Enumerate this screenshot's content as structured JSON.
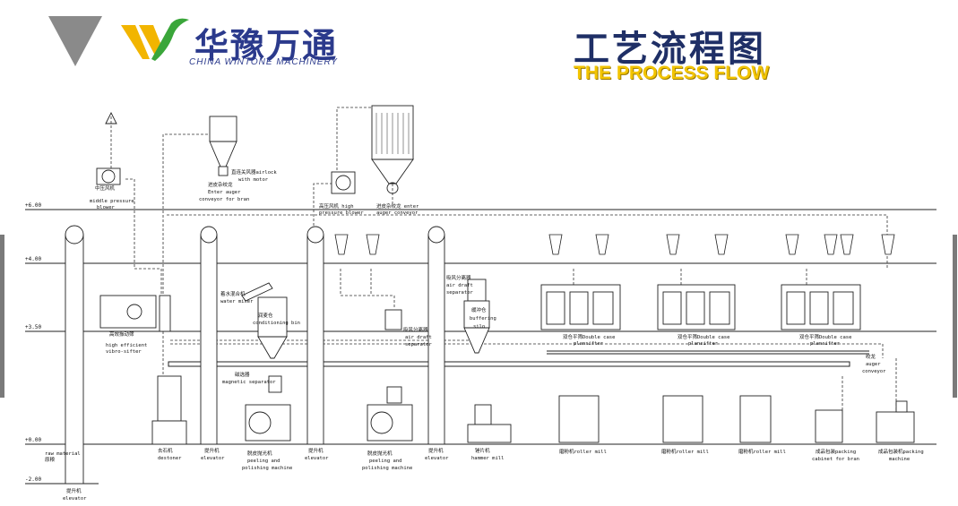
{
  "header": {
    "brand_cn": "华豫万通",
    "brand_en": "CHINA WINTONE MACHINERY",
    "title_cn": "工艺流程图",
    "title_en": "THE PROCESS FLOW"
  },
  "colors": {
    "brand_blue": "#2b3a8c",
    "title_navy": "#1f2f66",
    "title_yellow": "#f2c400",
    "logo_green": "#3aa63a",
    "logo_yellow": "#f2b500",
    "logo_gray": "#8a8a8a"
  },
  "levels": {
    "l6": "+6.00",
    "l4": "+4.00",
    "l3": "+3.50",
    "l0": "+0.00",
    "lm2": "-2.00"
  },
  "labels": {
    "middle_blower_cn": "中压风机",
    "middle_blower_en1": "middle pressure",
    "middle_blower_en2": "blower",
    "airlock_cn": "直连关风器airlock",
    "airlock_en": "with motor",
    "enter_auger_cn": "进皮杂绞龙",
    "enter_auger_en1": "Enter auger",
    "enter_auger_en2": "conveyor for bran",
    "high_blower_cn": "高压风机 high",
    "high_blower_en": "pressure blower",
    "enter_auger2_cn": "进皮杂绞龙 enter",
    "enter_auger2_en": "auger conveyor",
    "sifter_cn": "高效振动筛",
    "sifter_en1": "high efficient",
    "sifter_en2": "vibro-sifter",
    "water_mixer_cn": "着水混合机",
    "water_mixer_en": "water mixer",
    "cond_bin_cn": "润麦仓",
    "cond_bin_en": "conditioning bin",
    "air_sep1_cn": "吸风分离器",
    "air_sep1_en1": "air draft",
    "air_sep1_en2": "separator",
    "air_sep2_cn": "吸风分离器",
    "air_sep2_en1": "air draft",
    "air_sep2_en2": "separator",
    "buffer_cn": "缓冲仓",
    "buffer_en1": "buffering",
    "buffer_en2": "silo",
    "plansifter_label": "双仓平筛Double case",
    "plansifter_en": "plansifter",
    "magnetic_cn": "磁选器",
    "magnetic_en": "magnetic separator",
    "auger_cn": "绞龙",
    "auger_en1": "auger",
    "auger_en2": "conveyor",
    "raw_cn": "原粮",
    "raw_en": "raw material",
    "elevator_cn": "提升机",
    "elevator_en": "elevator",
    "destoner_cn": "去石机",
    "destoner_en": "destoner",
    "peeling_cn": "脱皮抛光机",
    "peeling_en1": "peeling and",
    "peeling_en2": "polishing machine",
    "hammer_cn": "锤片机",
    "hammer_en": "hammer mill",
    "roller_label": "磨粉机roller mill",
    "cabinet_cn": "成品包装packing",
    "cabinet_en": "cabinet for bran",
    "packing_cn": "成品包装机packing",
    "packing_en": "machine"
  }
}
